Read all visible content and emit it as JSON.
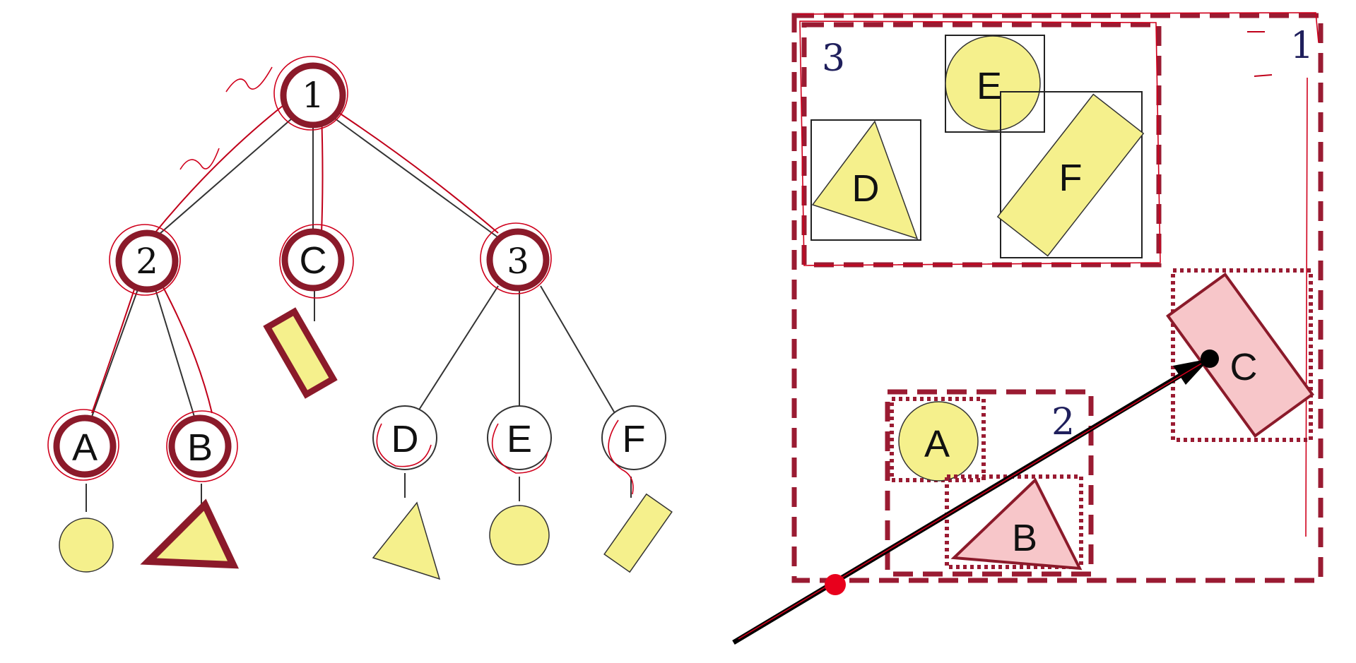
{
  "tree": {
    "root": "1",
    "level1": [
      "2",
      "C",
      "3"
    ],
    "leaves_left": [
      "A",
      "B"
    ],
    "leaves_right": [
      "D",
      "E",
      "F"
    ]
  },
  "scene": {
    "box_labels": [
      "1",
      "2",
      "3"
    ],
    "objects": [
      "A",
      "B",
      "C",
      "D",
      "E",
      "F"
    ]
  },
  "colors": {
    "highlight": "#9a1b32",
    "shape_fill": "#f5f08c",
    "hit_fill": "#f7c6c9",
    "annotation": "#d0001c"
  }
}
